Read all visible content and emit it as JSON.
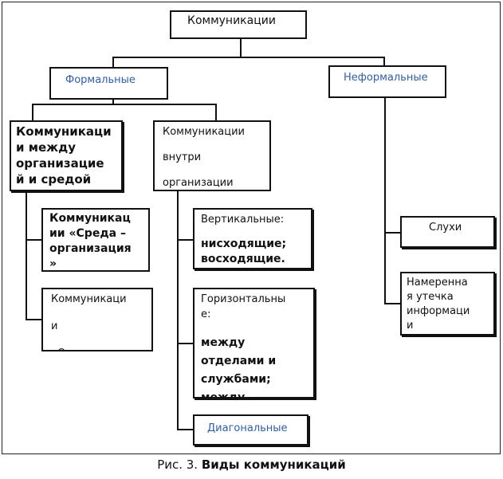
{
  "root": "Коммуникации",
  "formal": "Формальные",
  "informal": "Неформальные",
  "between": "Коммуникаци\nи между\nорганизацие\nй и средой",
  "within": "Коммуникации\n\nвнутри\n\nорганизации",
  "env_org": "Коммуникац\nии «Среда –\nорганизация\n»",
  "org_env": "Коммуникаци\n\nи\n\n«Организация\n\n– среда»",
  "vertical_title": "Вертикальные:",
  "vertical_items": "нисходящие;\nвосходящие.",
  "horizontal_title": "Горизонтальны\nе:",
  "horizontal_items": "между\nотделами и\nслужбами;\nмежду\nработниками",
  "diagonal": "Диагональные",
  "rumors": "Слухи",
  "leak": "Намеренна\nя утечка\nинформаци\nи",
  "caption_prefix": "Рис. 3. ",
  "caption_title": "Виды коммуникаций"
}
